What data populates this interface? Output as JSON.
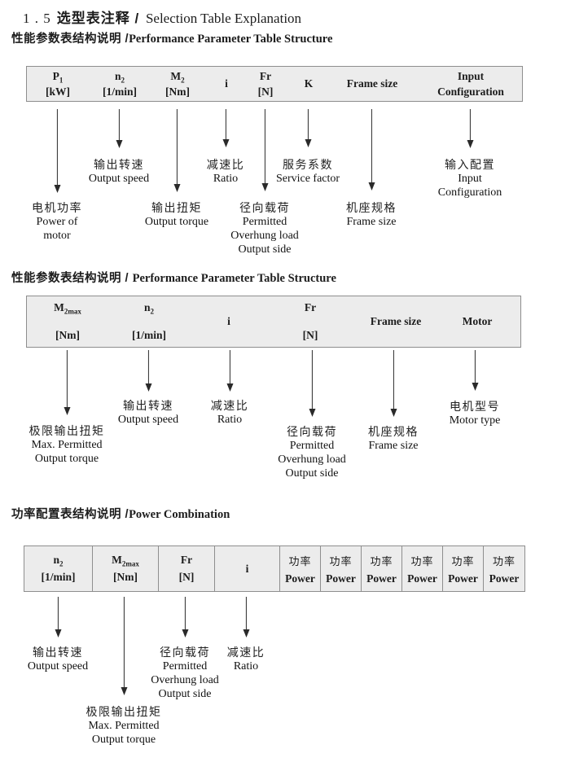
{
  "colors": {
    "table_bg": "#ececec",
    "table_border": "#8e8e8e",
    "text": "#1c1c1c"
  },
  "title": {
    "num": "1 . 5",
    "zh": "选型表注释 /",
    "en": "Selection Table Explanation"
  },
  "s1": {
    "heading_zh": "性能参数表结构说明 /",
    "heading_en": "Performance Parameter Table Structure",
    "table": {
      "p": {
        "sym": "P",
        "sub": "1",
        "unit": "[kW]"
      },
      "n": {
        "sym": "n",
        "sub": "2",
        "unit": "[1/min]"
      },
      "m": {
        "sym": "M",
        "sub": "2",
        "unit": "[Nm]"
      },
      "i": "i",
      "fr": {
        "sym": "Fr",
        "unit": "[N]"
      },
      "k": "K",
      "frame": "Frame size",
      "input": {
        "l1": "Input",
        "l2": "Configuration"
      }
    },
    "callouts": [
      {
        "zh": "电机功率",
        "en1": "Power of",
        "en2": "motor"
      },
      {
        "zh": "输出转速",
        "en1": "Output speed"
      },
      {
        "zh": "输出扭矩",
        "en1": "Output torque"
      },
      {
        "zh": "减速比",
        "en1": "Ratio"
      },
      {
        "zh": "径向载荷",
        "en1": "Permitted",
        "en2": "Overhung load",
        "en3": "Output side"
      },
      {
        "zh": "服务系数",
        "en1": "Service factor"
      },
      {
        "zh": "机座规格",
        "en1": "Frame size"
      },
      {
        "zh": "输入配置",
        "en1": "Input",
        "en2": "Configuration"
      }
    ]
  },
  "s2": {
    "heading_zh": "性能参数表结构说明 / ",
    "heading_en": "Performance Parameter Table Structure",
    "table": {
      "m": {
        "sym": "M",
        "sub": "2max",
        "unit": "[Nm]"
      },
      "n": {
        "sym": "n",
        "sub": "2",
        "unit": "[1/min]"
      },
      "i": "i",
      "fr": {
        "sym": "Fr",
        "unit": "[N]"
      },
      "frame": "Frame size",
      "motor": "Motor"
    },
    "callouts": [
      {
        "zh": "极限输出扭矩",
        "en1": "Max. Permitted",
        "en2": "Output  torque"
      },
      {
        "zh": "输出转速",
        "en1": "Output speed"
      },
      {
        "zh": "减速比",
        "en1": "Ratio"
      },
      {
        "zh": "径向载荷",
        "en1": "Permitted",
        "en2": "Overhung load",
        "en3": "Output side"
      },
      {
        "zh": "机座规格",
        "en1": "Frame size"
      },
      {
        "zh": "电机型号",
        "en1": "Motor type"
      }
    ]
  },
  "s3": {
    "heading_zh": "功率配置表结构说明 /",
    "heading_en": "Power Combination",
    "table": {
      "n": {
        "sym": "n",
        "sub": "2",
        "unit": "[1/min]"
      },
      "m": {
        "sym": "M",
        "sub": "2max",
        "unit": "[Nm]"
      },
      "fr": {
        "sym": "Fr",
        "unit": "[N]"
      },
      "i": "i",
      "power": {
        "zh": "功率",
        "en": "Power"
      }
    },
    "callouts": [
      {
        "zh": "输出转速",
        "en1": "Output speed"
      },
      {
        "zh": "极限输出扭矩",
        "en1": "Max. Permitted",
        "en2": "Output  torque"
      },
      {
        "zh": "径向载荷",
        "en1": "Permitted",
        "en2": "Overhung load",
        "en3": "Output side"
      },
      {
        "zh": "减速比",
        "en1": "Ratio"
      }
    ]
  }
}
